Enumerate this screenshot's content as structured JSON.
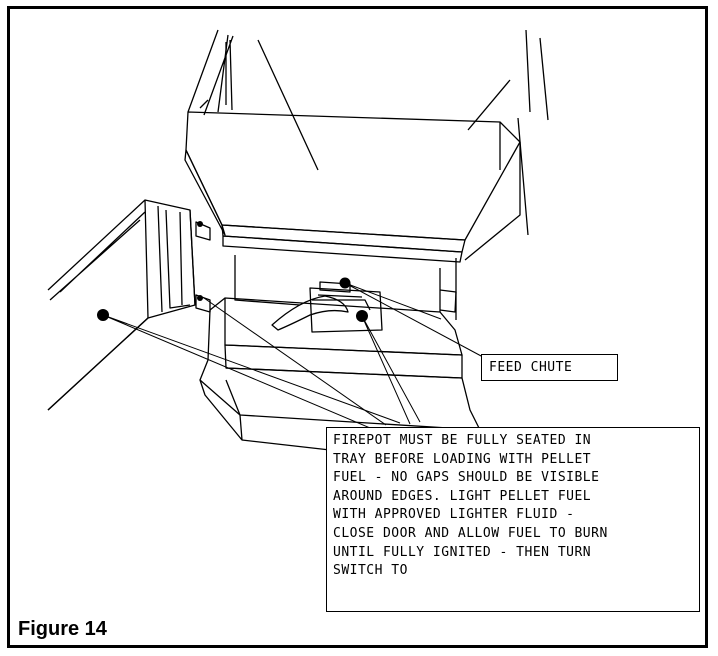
{
  "callouts": {
    "feed_chute": "FEED CHUTE",
    "firepot_note": [
      "FIREPOT MUST BE FULLY SEATED IN",
      "TRAY BEFORE LOADING WITH PELLET",
      "FUEL - NO GAPS SHOULD BE VISIBLE",
      "AROUND EDGES. LIGHT PELLET FUEL",
      "WITH APPROVED LIGHTER FLUID -",
      "CLOSE DOOR AND ALLOW FUEL TO BURN",
      "UNTIL FULLY IGNITED - THEN TURN",
      "SWITCH TO"
    ]
  },
  "figure": {
    "label": "Figure 14"
  },
  "colors": {
    "line": "#000000",
    "background": "#ffffff"
  }
}
